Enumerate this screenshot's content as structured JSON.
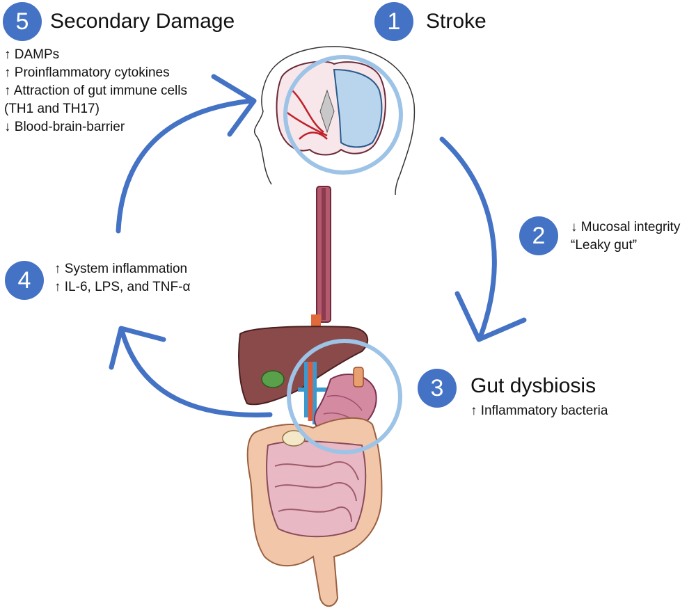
{
  "steps": [
    {
      "number": "1",
      "title": "Stroke",
      "lines": []
    },
    {
      "number": "2",
      "title": "",
      "lines": [
        "↓ Mucosal integrity",
        "“Leaky gut”"
      ]
    },
    {
      "number": "3",
      "title": "Gut dysbiosis",
      "lines": [
        "↑ Inflammatory bacteria"
      ]
    },
    {
      "number": "4",
      "title": "",
      "lines": [
        "↑  System inflammation",
        "↑  IL-6, LPS, and TNF-α"
      ]
    },
    {
      "number": "5",
      "title": "Secondary Damage",
      "lines": [
        "↑ DAMPs",
        "↑ Proinflammatory cytokines",
        "↑ Attraction of gut immune cells",
        "(TH1 and TH17)",
        "↓ Blood-brain-barrier"
      ]
    }
  ],
  "colors": {
    "badge": "#4472c4",
    "arrow": "#4472c4",
    "highlight_circle": "#9dc3e6",
    "esophagus": "#b55a6e",
    "liver": "#8b4a4a",
    "intestine": "#e8b9c4",
    "colon": "#f2c7a9"
  }
}
